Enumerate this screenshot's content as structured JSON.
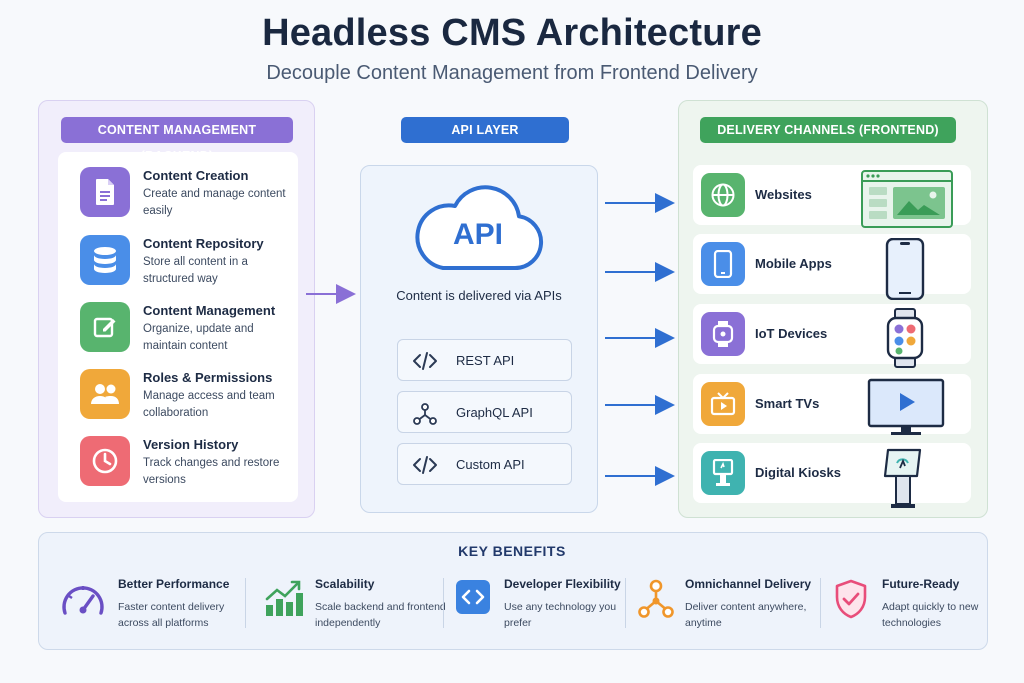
{
  "header": {
    "title": "Headless CMS Architecture",
    "subtitle": "Decouple Content Management from Frontend Delivery"
  },
  "backend": {
    "label": "CONTENT MANAGEMENT (BACKEND)",
    "items": [
      {
        "title": "Content Creation",
        "desc": "Create and manage content easily",
        "icon": "document-icon",
        "color": "#8a70d6"
      },
      {
        "title": "Content Repository",
        "desc": "Store all content in a structured way",
        "icon": "database-icon",
        "color": "#4a8ee8"
      },
      {
        "title": "Content Management",
        "desc": "Organize, update and maintain content",
        "icon": "edit-icon",
        "color": "#58b46e"
      },
      {
        "title": "Roles & Permissions",
        "desc": "Manage access and team collaboration",
        "icon": "users-icon",
        "color": "#f0a83a"
      },
      {
        "title": "Version History",
        "desc": "Track changes and restore versions",
        "icon": "clock-icon",
        "color": "#ee6b74"
      }
    ]
  },
  "api": {
    "label": "API LAYER",
    "cloud_text": "API",
    "desc": "Content is delivered via APIs",
    "types": [
      {
        "label": "REST API",
        "icon": "code-icon"
      },
      {
        "label": "GraphQL API",
        "icon": "graph-icon"
      },
      {
        "label": "Custom API",
        "icon": "code-icon"
      }
    ]
  },
  "frontend": {
    "label": "DELIVERY CHANNELS (FRONTEND)",
    "channels": [
      {
        "label": "Websites",
        "icon": "globe-icon",
        "color": "#58b46e"
      },
      {
        "label": "Mobile Apps",
        "icon": "smartphone-icon",
        "color": "#4a8ee8"
      },
      {
        "label": "IoT Devices",
        "icon": "smartwatch-icon",
        "color": "#8a70d6"
      },
      {
        "label": "Smart TVs",
        "icon": "tv-icon",
        "color": "#f0a83a"
      },
      {
        "label": "Digital Kiosks",
        "icon": "kiosk-icon",
        "color": "#3fb3b0"
      }
    ]
  },
  "benefits": {
    "title": "KEY BENEFITS",
    "items": [
      {
        "title": "Better Performance",
        "desc": "Faster content delivery across all platforms",
        "icon": "speedometer-icon"
      },
      {
        "title": "Scalability",
        "desc": "Scale backend and frontend independently",
        "icon": "bar-chart-icon"
      },
      {
        "title": "Developer Flexibility",
        "desc": "Use any technology you prefer",
        "icon": "code-icon"
      },
      {
        "title": "Omnichannel Delivery",
        "desc": "Deliver content anywhere, anytime",
        "icon": "network-icon"
      },
      {
        "title": "Future-Ready",
        "desc": "Adapt quickly to new technologies",
        "icon": "shield-check-icon"
      }
    ]
  },
  "colors": {
    "purple": "#8a70d6",
    "blue": "#2f6fd1",
    "green": "#3fa35c",
    "orange": "#f0a83a",
    "pink": "#e84d7a"
  }
}
